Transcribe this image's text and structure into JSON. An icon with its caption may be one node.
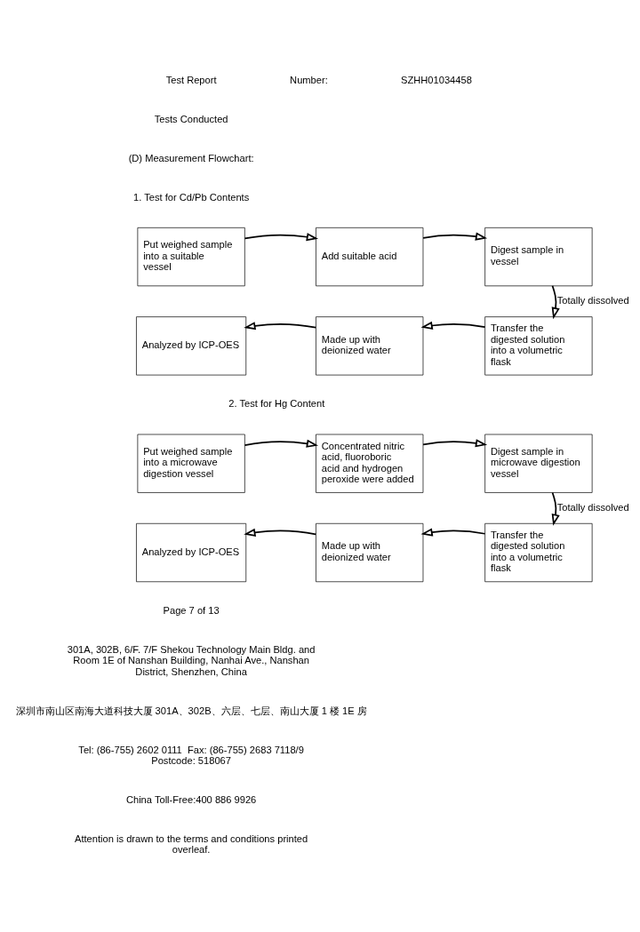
{
  "diagram": {
    "nodes": [
      {
        "text": [
          "Put weighed sample into a suitable vessel"
        ]
      },
      {
        "text": [
          "Add suitable acid"
        ]
      },
      {
        "text": [
          "Digest sample in vessel"
        ]
      },
      {
        "text": [
          "Transfer the digested solution into a volumetric flask"
        ]
      },
      {
        "text": [
          "Made up with deionized water"
        ]
      },
      {
        "text": [
          "Analyzed by ICP-OES"
        ]
      },
      {
        "text": [
          "Put weighed sample into a microwave digestion vessel"
        ]
      },
      {
        "text": [
          "Concentrated nitric acid, fluoroboric acid and hydrogen peroxide were added"
        ]
      },
      {
        "text": [
          "Digest sample in microwave digestion vessel"
        ]
      },
      {
        "text": [
          "Transfer the digested solution into a volumetric flask"
        ]
      },
      {
        "text": [
          "Made up with deionized water"
        ]
      },
      {
        "text": [
          "Analyzed by ICP-OES"
        ]
      }
    ],
    "edges": [
      {
        "from": 0,
        "to": 1,
        "arrow": "to"
      },
      {
        "from": 1,
        "to": 2,
        "arrow": "to"
      },
      {
        "from": 2,
        "to": 3,
        "arrow": "to",
        "label": "Totally dissolved"
      },
      {
        "from": 3,
        "to": 4,
        "arrow": "to"
      },
      {
        "from": 4,
        "to": 5,
        "arrow": "to"
      },
      {
        "from": 6,
        "to": 7,
        "arrow": "to"
      },
      {
        "from": 7,
        "to": 8,
        "arrow": "to"
      },
      {
        "from": 8,
        "to": 9,
        "arrow": "to",
        "label": "Totally dissolved"
      },
      {
        "from": 9,
        "to": 10,
        "arrow": "to"
      },
      {
        "from": 10,
        "to": 11,
        "arrow": "to"
      }
    ],
    "labels": [
      "Test Report",
      "Number:",
      "SZHH01034458",
      "Tests Conducted",
      "(D) Measurement Flowchart:",
      "1. Test for Cd/Pb Contents",
      "2. Test for Hg Content",
      "Page 7 of 13",
      "301A, 302B, 6/F. 7/F Shekou Technology Main Bldg. and Room 1E of Nanshan Building, Nanhai Ave., Nanshan District, Shenzhen, China",
      "深圳市南山区南海大道科技大厦 301A、302B、六层、七层、南山大厦 1 楼 1E 房",
      "Tel: (86-755) 2602 0111  Fax: (86-755) 2683 7118/9  Postcode: 518067",
      "China Toll-Free:400 886 9926",
      "Attention is drawn to the terms and conditions printed overleaf."
    ]
  }
}
